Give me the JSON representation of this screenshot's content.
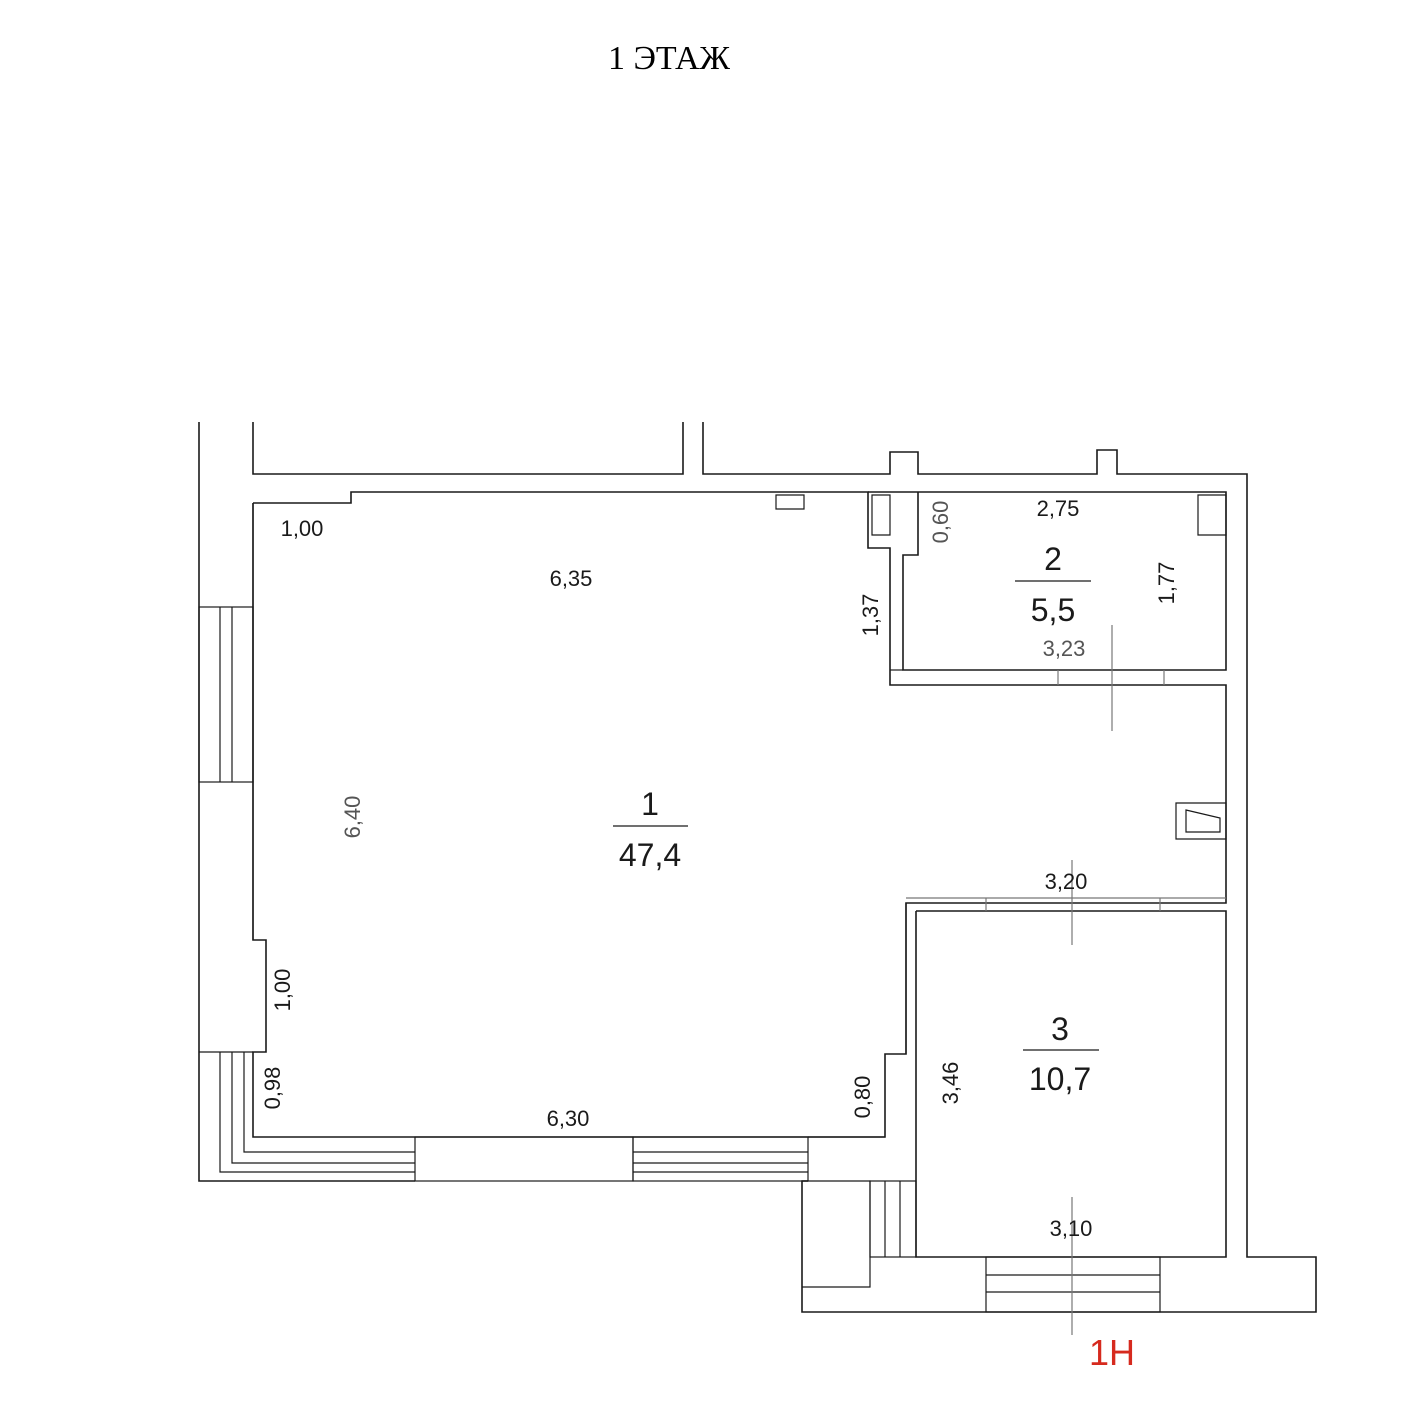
{
  "title": "1 ЭТАЖ",
  "unit_label": "1Н",
  "unit_color": "#d62a1e",
  "rooms": [
    {
      "number": "1",
      "area": "47,4"
    },
    {
      "number": "2",
      "area": "5,5"
    },
    {
      "number": "3",
      "area": "10,7"
    }
  ],
  "dimensions": {
    "d_100_top": "1,00",
    "d_635": "6,35",
    "d_640": "6,40",
    "d_100_side": "1,00",
    "d_098": "0,98",
    "d_630": "6,30",
    "d_080": "0,80",
    "d_137": "1,37",
    "d_060": "0,60",
    "d_275": "2,75",
    "d_177": "1,77",
    "d_323": "3,23",
    "d_320": "3,20",
    "d_346": "3,46",
    "d_310": "3,10"
  }
}
